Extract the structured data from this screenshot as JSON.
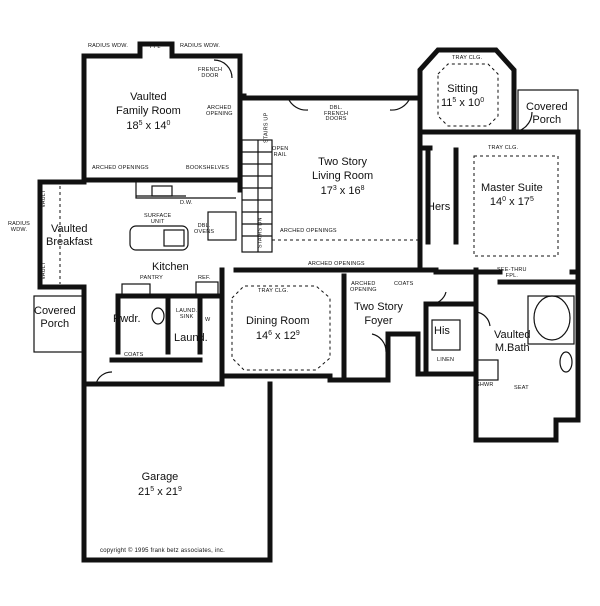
{
  "rooms": {
    "family": {
      "name1": "Vaulted",
      "name2": "Family Room",
      "w": "18",
      "wf": "5",
      "l": "14",
      "lf": "0"
    },
    "living": {
      "name1": "Two Story",
      "name2": "Living Room",
      "w": "17",
      "wf": "3",
      "l": "16",
      "lf": "8"
    },
    "sitting": {
      "name": "Sitting",
      "w": "11",
      "wf": "5",
      "l": "10",
      "lf": "0"
    },
    "covered_porch_right": {
      "name1": "Covered",
      "name2": "Porch"
    },
    "master": {
      "name": "Master Suite",
      "w": "14",
      "wf": "0",
      "l": "17",
      "lf": "5"
    },
    "hers": "Hers",
    "breakfast": {
      "name1": "Vaulted",
      "name2": "Breakfast"
    },
    "kitchen": "Kitchen",
    "covered_porch_left": {
      "name1": "Covered",
      "name2": "Porch"
    },
    "pwdr": "Pwdr.",
    "laund": "Laund.",
    "dining": {
      "name": "Dining Room",
      "w": "14",
      "wf": "6",
      "l": "12",
      "lf": "9"
    },
    "foyer": {
      "name1": "Two Story",
      "name2": "Foyer"
    },
    "his": "His",
    "mbath": {
      "name1": "Vaulted",
      "name2": "M.Bath"
    },
    "garage": {
      "name": "Garage",
      "w": "21",
      "wf": "5",
      "l": "21",
      "lf": "9"
    }
  },
  "notes": {
    "radius_wdw": "RADIUS WDW.",
    "fpl": "FPL",
    "french_door1": "FRENCH",
    "french_door2": "DOOR",
    "arched_opening1": "ARCHED",
    "arched_opening2": "OPENING",
    "dbl_french1": "DBL.",
    "dbl_french2": "FRENCH",
    "dbl_french3": "DOORS",
    "tray_clg": "TRAY CLG.",
    "stairs": "STAIRS",
    "up": "UP",
    "dn": "DN",
    "open_rail1": "OPEN",
    "open_rail2": "RAIL",
    "arched_openings": "ARCHED OPENINGS",
    "bookshelves": "BOOKSHELVES",
    "dw": "D.W.",
    "surface_unit1": "SURFACE",
    "surface_unit2": "UNIT",
    "dbl_ovens1": "DBL.",
    "dbl_ovens2": "OVENS",
    "vault": "VAULT",
    "radius_wdw_left1": "RADIUS",
    "radius_wdw_left2": "WDW.",
    "pantry": "PANTRY",
    "ref": "REF.",
    "laund_sink1": "LAUND.",
    "laund_sink2": "SINK",
    "coats": "COATS",
    "see_thru1": "SEE-THRU",
    "see_thru2": "FPL.",
    "linen": "LINEN",
    "shwr": "SHWR",
    "seat": "SEAT",
    "w": "W"
  },
  "copyright": "copyright © 1995 frank betz associates, inc."
}
